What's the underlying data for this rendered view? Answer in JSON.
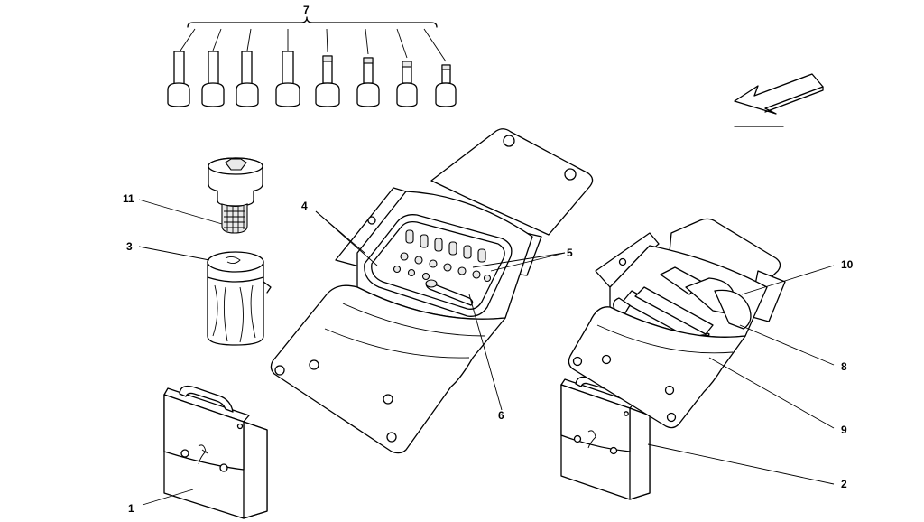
{
  "diagram": {
    "callouts": [
      {
        "id": "c1",
        "label": "1"
      },
      {
        "id": "c2",
        "label": "2"
      },
      {
        "id": "c3",
        "label": "3"
      },
      {
        "id": "c4",
        "label": "4"
      },
      {
        "id": "c5",
        "label": "5"
      },
      {
        "id": "c6",
        "label": "6"
      },
      {
        "id": "c7",
        "label": "7"
      },
      {
        "id": "c8",
        "label": "8"
      },
      {
        "id": "c9",
        "label": "9"
      },
      {
        "id": "c10",
        "label": "10"
      },
      {
        "id": "c11",
        "label": "11"
      }
    ],
    "parts": [
      "set-of-socket-bits",
      "wheel-bolt-socket-with-mesh",
      "cylindrical-pouch",
      "tool-case-closed",
      "tool-roll-open",
      "tool-roll-open-with-tools",
      "tool-case-closed-small",
      "direction-arrow"
    ],
    "colors": {
      "line": "#000000",
      "background": "#ffffff",
      "shade": "#e9e9e9"
    }
  }
}
